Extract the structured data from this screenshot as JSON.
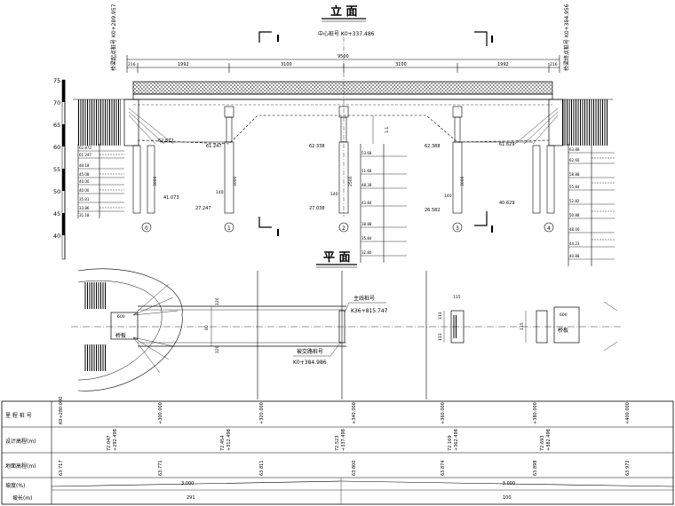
{
  "titles": {
    "elevation": "立 面",
    "plan": "平 面"
  },
  "section_mark": "I",
  "elevation": {
    "center_station": "中心桩号 K0+337.486",
    "left_abutment_station": "桥梁起点桩号 K0+289.957",
    "right_abutment_station": "桥梁终点桩号 K0+384.956",
    "total_length": "9500",
    "span_dims": [
      "1992",
      "3100",
      "3100",
      "1992"
    ],
    "end_dims": [
      "216",
      "216"
    ],
    "y_axis": [
      "75",
      "70",
      "65",
      "60",
      "55",
      "50",
      "45",
      "40"
    ],
    "pier_numbers": [
      "0",
      "1",
      "2",
      "3",
      "4"
    ],
    "pile_top_elevs": [
      "62.872",
      "61.247",
      "62.338",
      "62.388",
      "61.629"
    ],
    "pile_bottom_elevs": [
      "41.073",
      "27.247",
      "27.038",
      "26.582",
      "40.629"
    ],
    "pile_marks": [
      "140",
      "140",
      "140"
    ],
    "pile_lengths": [
      "3000",
      "3000",
      "2500",
      "3000"
    ],
    "left_soil_layers": [
      "62.872",
      "61.247",
      "48.18",
      "45.08",
      "40.00",
      "40.00",
      "35.81",
      "33.86",
      "31.18"
    ],
    "right_soil_layers": [
      "63.88",
      "62.60",
      "58.88",
      "55.84",
      "52.82",
      "50.88",
      "48.00",
      "44.23",
      "40.88"
    ],
    "center_soil_layers": [
      "53.68",
      "51.68",
      "48.38",
      "43.84",
      "38.88",
      "35.84",
      "32.80"
    ],
    "center_note": "1:1"
  },
  "plan": {
    "road_station_label": "主线桩号",
    "road_station": "K36+815.747",
    "crossing_label": "被交路桩号",
    "crossing_station": "K0+384.986",
    "abutment_label": "桥板",
    "abut_width": "600",
    "deck_dims": [
      "120",
      "80",
      "120"
    ],
    "pier_width": "115",
    "pier_dims": [
      "113",
      "113",
      "115"
    ]
  },
  "table": {
    "row_labels": [
      "里 程 桩 号",
      "设计高程(m)",
      "地面高程(m)",
      "坡度(%)",
      "坡长(m)"
    ],
    "stations": [
      "K0+280.000",
      "+300.000",
      "+320.000",
      "+340.000",
      "+360.000",
      "+380.000",
      "+400.000"
    ],
    "design_elev_a": [
      "72.047",
      "72.454",
      "72.523",
      "72.169",
      "72.693"
    ],
    "design_elev_b": [
      "+292.498",
      "+312.498",
      "+337.498",
      "+362.498",
      "+382.498"
    ],
    "ground_elev": [
      "63.717",
      "63.771",
      "63.811",
      "63.800",
      "63.874",
      "63.898",
      "63.972"
    ],
    "grades": [
      "3.000",
      "-3.000"
    ],
    "lengths": [
      "291",
      "100"
    ]
  }
}
